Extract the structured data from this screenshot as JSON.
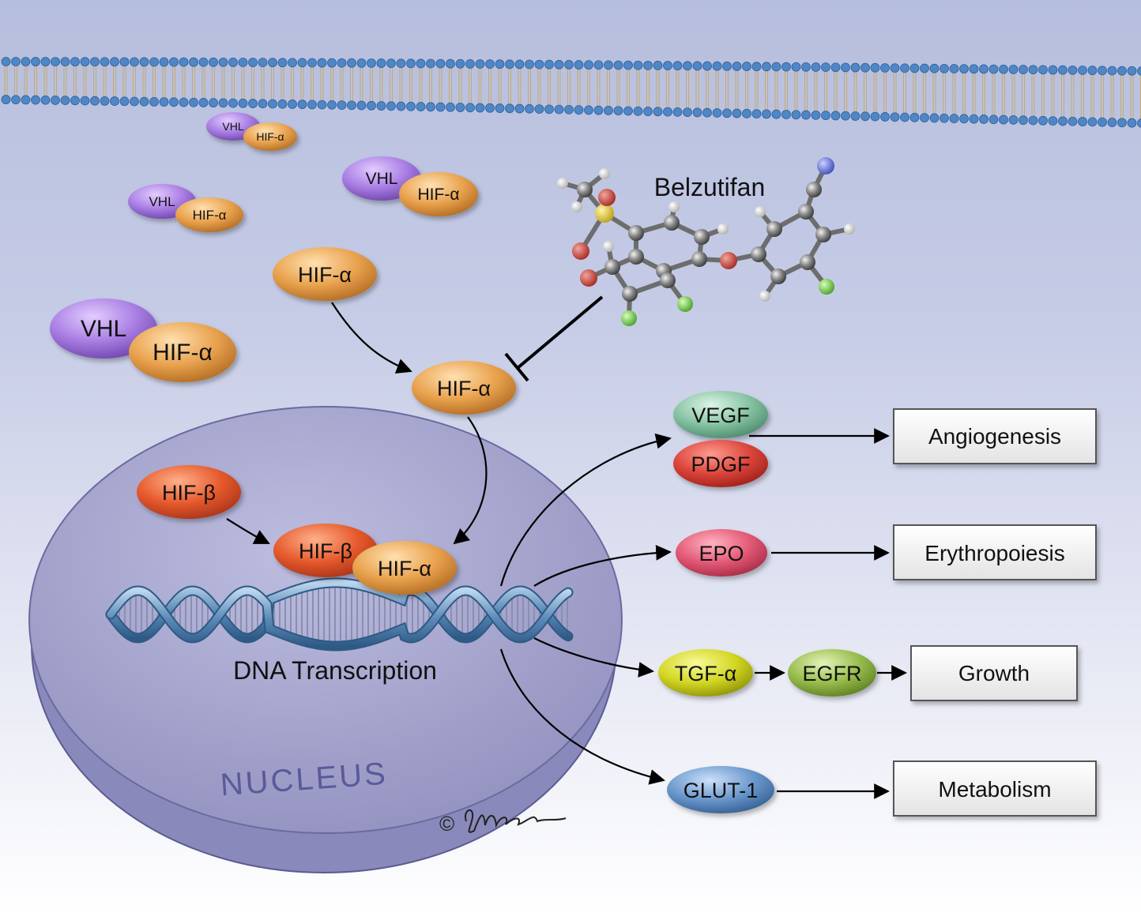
{
  "drug": {
    "name": "Belzutifan"
  },
  "complexes": [
    {
      "vhl": "VHL",
      "hif": "HIF-α"
    },
    {
      "vhl": "VHL",
      "hif": "HIF-α"
    },
    {
      "vhl": "VHL",
      "hif": "HIF-α"
    },
    {
      "vhl": "VHL",
      "hif": "HIF-α"
    }
  ],
  "pathway": {
    "free_hif_alpha": "HIF-α",
    "inhibited_hif_alpha": "HIF-α",
    "hif_beta": "HIF-β",
    "dimer_beta": "HIF-β",
    "dimer_alpha": "HIF-α"
  },
  "nucleus": {
    "label": "NUCLEUS",
    "dna_label": "DNA Transcription"
  },
  "targets": {
    "vegf": "VEGF",
    "pdgf": "PDGF",
    "epo": "EPO",
    "tgf": "TGF-α",
    "egfr": "EGFR",
    "glut": "GLUT-1"
  },
  "outcomes": {
    "angiogenesis": "Angiogenesis",
    "erythropoiesis": "Erythropoiesis",
    "growth": "Growth",
    "metabolism": "Metabolism"
  },
  "signature": "© EMoore",
  "colors": {
    "background_top": "#b9c1df",
    "background_bottom": "#ffffff",
    "vhl": "#9b6fd6",
    "hif_alpha": "#e39a47",
    "hif_beta": "#e0572a",
    "vegf": "#7fbf9e",
    "pdgf": "#d9443a",
    "epo": "#e05a74",
    "tgf": "#d2d61f",
    "egfr": "#93b84a",
    "glut": "#5f8fc6",
    "nucleus": "#9c9bc8",
    "membrane_head": "#4f86c6",
    "dna": "#6b98c0"
  }
}
